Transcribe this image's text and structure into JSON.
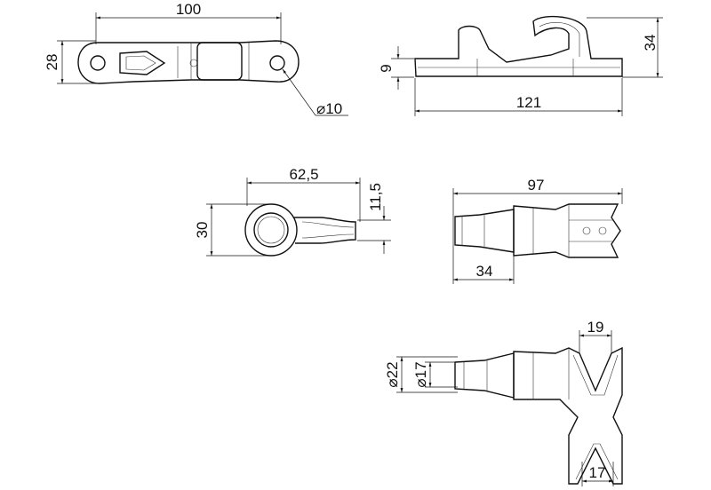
{
  "drawing": {
    "top_view": {
      "length": "100",
      "width": "28",
      "hole_diameter": "⌀10"
    },
    "side_view": {
      "height": "34",
      "base_thickness": "9",
      "overall_length": "121"
    },
    "end_view": {
      "length": "62,5",
      "arm_height": "11,5",
      "width": "30"
    },
    "front_view": {
      "length": "97",
      "shank_length": "34"
    },
    "detail_view": {
      "outer_diameter": "⌀22",
      "inner_diameter": "⌀17",
      "top_slot": "19",
      "bottom_slot": "17"
    }
  }
}
